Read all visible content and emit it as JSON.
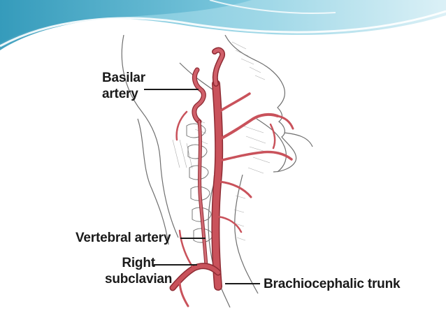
{
  "labels": {
    "basilar_line1": "Basilar",
    "basilar_line2": "artery",
    "vertebral": "Vertebral artery",
    "subclavian_line1": "Right",
    "subclavian_line2": "subclavian",
    "brachiocephalic": "Brachiocephalic trunk"
  },
  "colors": {
    "artery": "#c9525b",
    "artery_dark": "#8e2b33",
    "sketch": "#6f6f6f",
    "wave_dark": "#3ea6c4",
    "wave_light": "#a9dcea"
  }
}
